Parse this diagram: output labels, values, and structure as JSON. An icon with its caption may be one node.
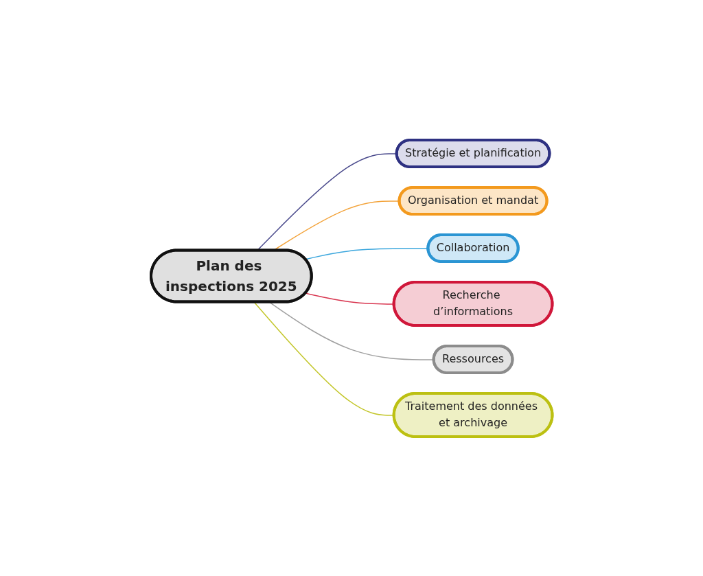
{
  "diagram": {
    "nodes": [
      {
        "text": [
          "Plan des inspections 2025"
        ]
      },
      {
        "text": [
          "Stratégie et planification"
        ]
      },
      {
        "text": [
          "Organisation et mandat"
        ]
      },
      {
        "text": [
          "Collaboration"
        ]
      },
      {
        "text": [
          "Recherche d’informations"
        ]
      },
      {
        "text": [
          "Ressources"
        ]
      },
      {
        "text": [
          "Traitement des données et archivage"
        ]
      }
    ],
    "edges": [
      {
        "from": 0,
        "to": 1,
        "arrow": "none",
        "color": "#4a4a8c"
      },
      {
        "from": 0,
        "to": 2,
        "arrow": "none",
        "color": "#f3a33a"
      },
      {
        "from": 0,
        "to": 3,
        "arrow": "none",
        "color": "#3aa6dd"
      },
      {
        "from": 0,
        "to": 4,
        "arrow": "none",
        "color": "#d8354f"
      },
      {
        "from": 0,
        "to": 5,
        "arrow": "none",
        "color": "#a0a0a0"
      },
      {
        "from": 0,
        "to": 6,
        "arrow": "none",
        "color": "#c3c62a"
      }
    ]
  }
}
